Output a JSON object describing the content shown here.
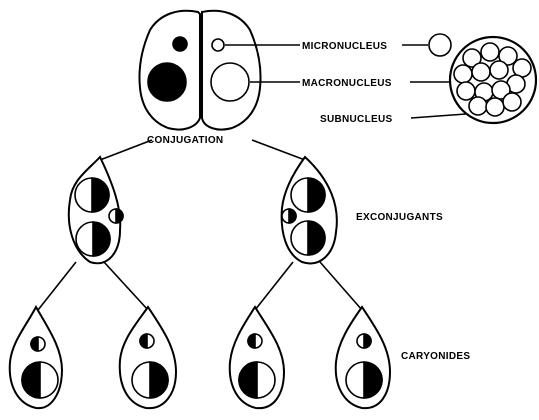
{
  "labels": {
    "micronucleus": "MICRONUCLEUS",
    "macronucleus": "MACRONUCLEUS",
    "subnucleus": "SUBNUCLEUS",
    "conjugation": "CONJUGATION",
    "exconjugants": "EXCONJUGANTS",
    "caryonides": "CARYONIDES"
  }
}
